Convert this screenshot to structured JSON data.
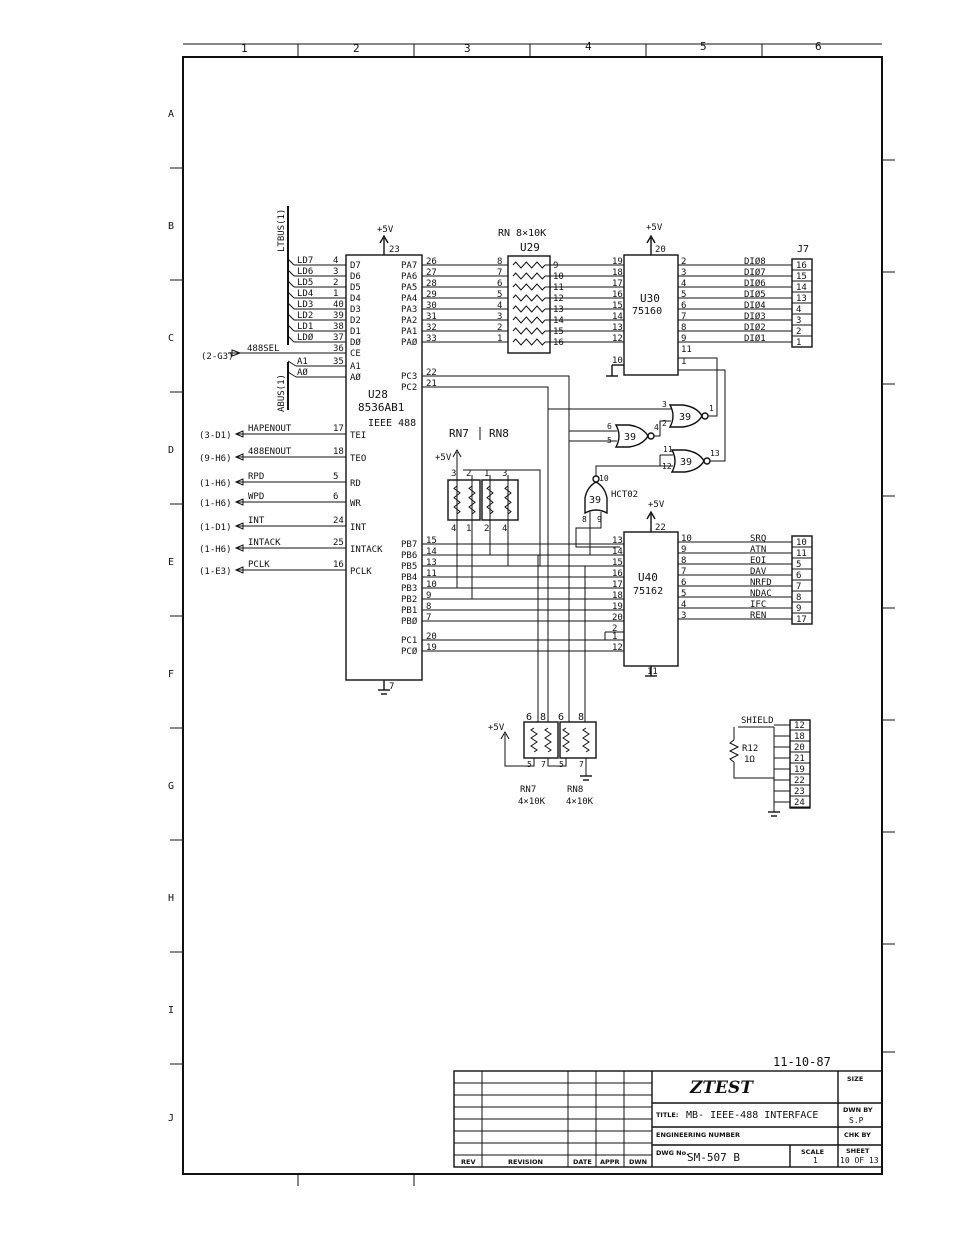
{
  "border": {
    "col_labels": [
      "1",
      "2",
      "3",
      "4",
      "5",
      "6"
    ],
    "row_labels": [
      "A",
      "B",
      "C",
      "D",
      "E",
      "F",
      "G",
      "H",
      "I",
      "J"
    ]
  },
  "u28": {
    "ref": "U28",
    "part": "8536AB1",
    "note": "IEEE 488",
    "supply": "+5V",
    "vcc_pin": "23",
    "gnd_pin": "7",
    "left_pins": [
      {
        "sig": "LD7",
        "pin": "4",
        "name": "D7"
      },
      {
        "sig": "LD6",
        "pin": "3",
        "name": "D6"
      },
      {
        "sig": "LD5",
        "pin": "2",
        "name": "D5"
      },
      {
        "sig": "LD4",
        "pin": "1",
        "name": "D4"
      },
      {
        "sig": "LD3",
        "pin": "40",
        "name": "D3"
      },
      {
        "sig": "LD2",
        "pin": "39",
        "name": "D2"
      },
      {
        "sig": "LD1",
        "pin": "38",
        "name": "D1"
      },
      {
        "sig": "LDØ",
        "pin": "37",
        "name": "DØ"
      },
      {
        "sig": "488SEL",
        "pin": "36",
        "name": "CE"
      },
      {
        "sig": "A1",
        "pin": "35",
        "name": "A1"
      },
      {
        "sig": "AØ",
        "pin": "",
        "name": "AØ"
      }
    ],
    "bus_labels": {
      "ltbus": "LTBUS(1)",
      "abus": "ABUS(1)",
      "sel_ref": "(2-G3)"
    },
    "ctrl_pins": [
      {
        "ref": "(3-D1)",
        "sig": "HAPENOUT",
        "pin": "17",
        "name": "TEI"
      },
      {
        "ref": "(9-H6)",
        "sig": "488ENOUT",
        "pin": "18",
        "name": "TEO"
      },
      {
        "ref": "(1-H6)",
        "sig": "RPD",
        "pin": "5",
        "name": "RD"
      },
      {
        "ref": "(1-H6)",
        "sig": "WPD",
        "pin": "6",
        "name": "WR"
      },
      {
        "ref": "(1-D1)",
        "sig": "INT",
        "pin": "24",
        "name": "INT"
      },
      {
        "ref": "(1-H6)",
        "sig": "INTACK",
        "pin": "25",
        "name": "INTACK"
      },
      {
        "ref": "(1-E3)",
        "sig": "PCLK",
        "pin": "16",
        "name": "PCLK"
      }
    ],
    "pa_pins": [
      {
        "name": "PA7",
        "pin": "26"
      },
      {
        "name": "PA6",
        "pin": "27"
      },
      {
        "name": "PA5",
        "pin": "28"
      },
      {
        "name": "PA4",
        "pin": "29"
      },
      {
        "name": "PA3",
        "pin": "30"
      },
      {
        "name": "PA2",
        "pin": "31"
      },
      {
        "name": "PA1",
        "pin": "32"
      },
      {
        "name": "PAØ",
        "pin": "33"
      }
    ],
    "pc_top": [
      {
        "name": "PC3",
        "pin": "22"
      },
      {
        "name": "PC2",
        "pin": "21"
      }
    ],
    "pb_pins": [
      {
        "name": "PB7",
        "pin": "15"
      },
      {
        "name": "PB6",
        "pin": "14"
      },
      {
        "name": "PB5",
        "pin": "13"
      },
      {
        "name": "PB4",
        "pin": "11"
      },
      {
        "name": "PB3",
        "pin": "10"
      },
      {
        "name": "PB2",
        "pin": "9"
      },
      {
        "name": "PB1",
        "pin": "8"
      },
      {
        "name": "PBØ",
        "pin": "7"
      }
    ],
    "pc_bottom": [
      {
        "name": "PC1",
        "pin": "20"
      },
      {
        "name": "PCØ",
        "pin": "19"
      }
    ]
  },
  "u29": {
    "ref": "U29",
    "value": "RN 8×10K",
    "left_pins": [
      "8",
      "7",
      "6",
      "5",
      "4",
      "3",
      "2",
      "1"
    ],
    "right_pins": [
      "9",
      "10",
      "11",
      "12",
      "13",
      "14",
      "15",
      "16"
    ]
  },
  "u30": {
    "ref": "U30",
    "part": "75160",
    "supply": "+5V",
    "vcc_pin": "20",
    "gnd_pin": "10",
    "left_pins": [
      "19",
      "18",
      "17",
      "16",
      "15",
      "14",
      "13",
      "12"
    ],
    "right_pins": [
      "2",
      "3",
      "4",
      "5",
      "6",
      "7",
      "8",
      "9"
    ],
    "extra_pins": [
      "11",
      "1"
    ],
    "signals": [
      "DIØ8",
      "DIØ7",
      "DIØ6",
      "DIØ5",
      "DIØ4",
      "DIØ3",
      "DIØ2",
      "DIØ1"
    ]
  },
  "j7_top": {
    "ref": "J7",
    "pins": [
      "16",
      "15",
      "14",
      "13",
      "4",
      "3",
      "2",
      "1"
    ]
  },
  "gates": {
    "g1": {
      "label": "39",
      "in_pins": [
        "3",
        "2"
      ],
      "out_pin": "1"
    },
    "g2": {
      "label": "39",
      "in_pins": [
        "6",
        "5"
      ],
      "out_pin": "4"
    },
    "g3": {
      "label": "39",
      "in_pins": [
        "11",
        "12"
      ],
      "out_pin": "13"
    },
    "g4": {
      "label": "39",
      "type": "HCT02",
      "in_pins": [
        "8",
        "9"
      ],
      "out_pin": "10"
    }
  },
  "rn_mid": {
    "label_a": "RN7",
    "label_b": "RN8",
    "supply": "+5V",
    "top_pins": [
      "3",
      "2",
      "1",
      "3"
    ],
    "bottom_pins": [
      "4",
      "1",
      "2",
      "4"
    ]
  },
  "u40": {
    "ref": "U40",
    "part": "75162",
    "supply": "+5V",
    "vcc_pin": "22",
    "gnd_pin": "11",
    "left_pins": [
      "13",
      "14",
      "15",
      "16",
      "17",
      "18",
      "19",
      "20",
      "2",
      "1",
      "12"
    ],
    "right_pins": [
      "10",
      "9",
      "8",
      "7",
      "6",
      "5",
      "4",
      "3"
    ],
    "signals": [
      "SRQ",
      "ATN",
      "EOI",
      "DAV",
      "NRFD",
      "NDAC",
      "IFC",
      "REN"
    ]
  },
  "j7_mid": {
    "pins": [
      "10",
      "11",
      "5",
      "6",
      "7",
      "8",
      "9",
      "17"
    ]
  },
  "rn_bottom": {
    "supply": "+5V",
    "top_pins": [
      "6",
      "8",
      "6",
      "8"
    ],
    "bottom_pins": [
      "5",
      "7",
      "5",
      "7"
    ],
    "rn7": {
      "ref": "RN7",
      "value": "4×10K"
    },
    "rn8": {
      "ref": "RN8",
      "value": "4×10K"
    }
  },
  "shield": {
    "label": "SHIELD",
    "resistor": "R12",
    "value": "1Ω",
    "pins": [
      "12",
      "18",
      "20",
      "21",
      "19",
      "22",
      "23",
      "24"
    ]
  },
  "title_block": {
    "date": "11-10-87",
    "company": "ZTEST",
    "size_label": "SIZE",
    "title_label": "TITLE:",
    "title": "MB- IEEE-488 INTERFACE",
    "dwn_by_label": "DWN BY",
    "dwn_by": "S.P",
    "eng_label": "ENGINEERING NUMBER",
    "chk_label": "CHK BY",
    "dwg_label": "DWG No.",
    "dwg_no": "SM-507 B",
    "scale_label": "SCALE",
    "scale": "1",
    "sheet_label": "SHEET",
    "sheet": "10 OF 13",
    "rev_cols": [
      "REV",
      "REVISION",
      "DATE",
      "APPR",
      "DWN"
    ]
  }
}
